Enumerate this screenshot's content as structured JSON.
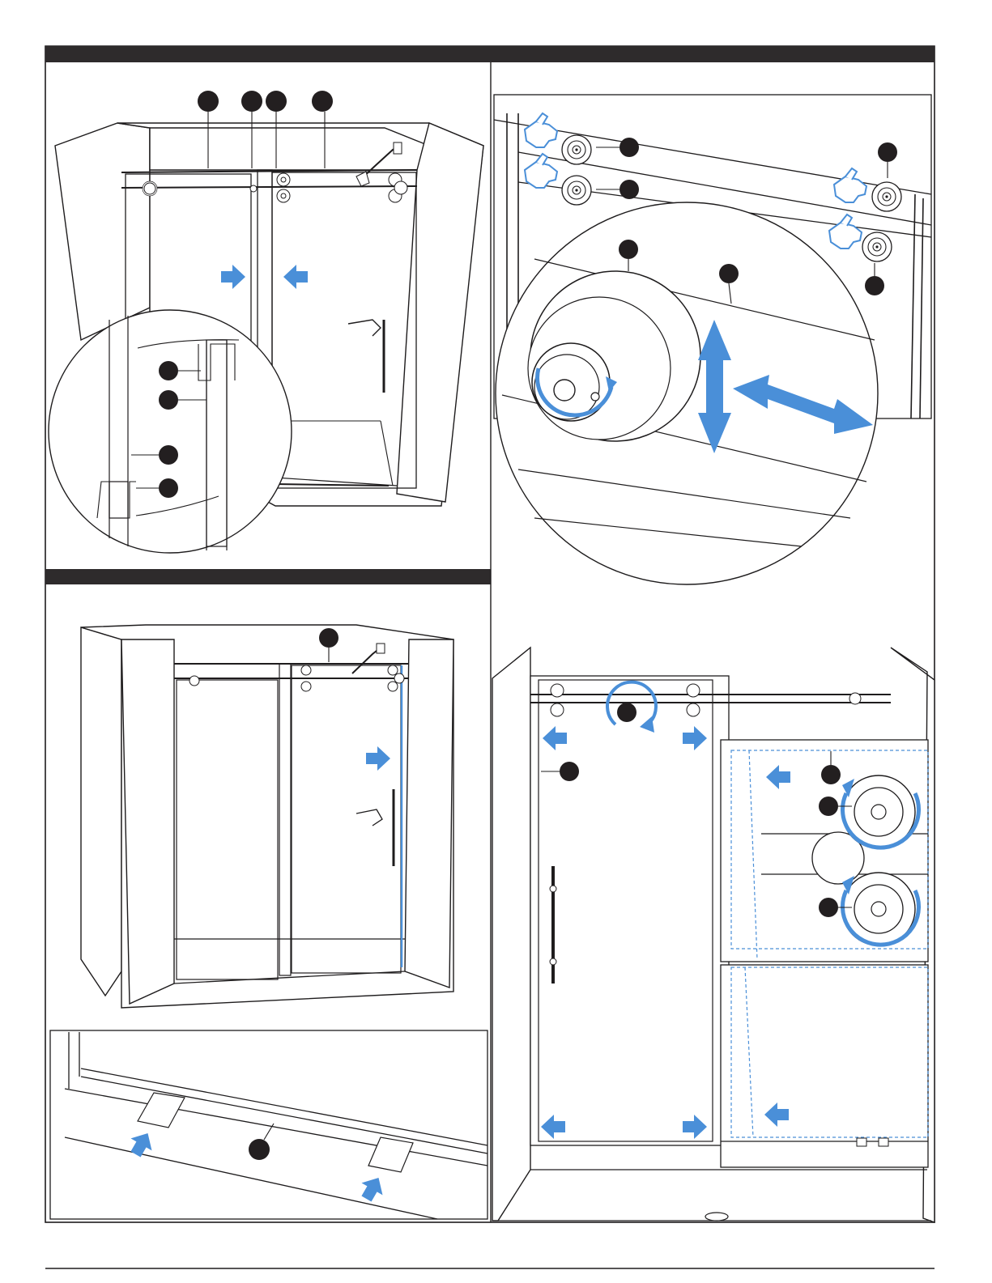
{
  "document": {
    "type": "installation-instructions",
    "panels": [
      {
        "id": "top-left",
        "callouts": 8,
        "icons": [
          "arrow-right-icon",
          "arrow-left-icon"
        ]
      },
      {
        "id": "top-right",
        "callouts": 6,
        "icons": [
          "press-hand-icon",
          "adjust-double-arrow-icon"
        ]
      },
      {
        "id": "bottom-left",
        "callouts": 2,
        "icons": [
          "arrow-right-icon",
          "arrow-up-icon"
        ]
      },
      {
        "id": "bottom-right",
        "callouts": 5,
        "icons": [
          "rotate-arrow-icon",
          "arrow-left-icon",
          "arrow-right-icon"
        ]
      }
    ]
  },
  "colors": {
    "accent_blue": "#4a8fd8",
    "ink": "#1e1c1d",
    "header_bar": "#2e2b2c"
  }
}
